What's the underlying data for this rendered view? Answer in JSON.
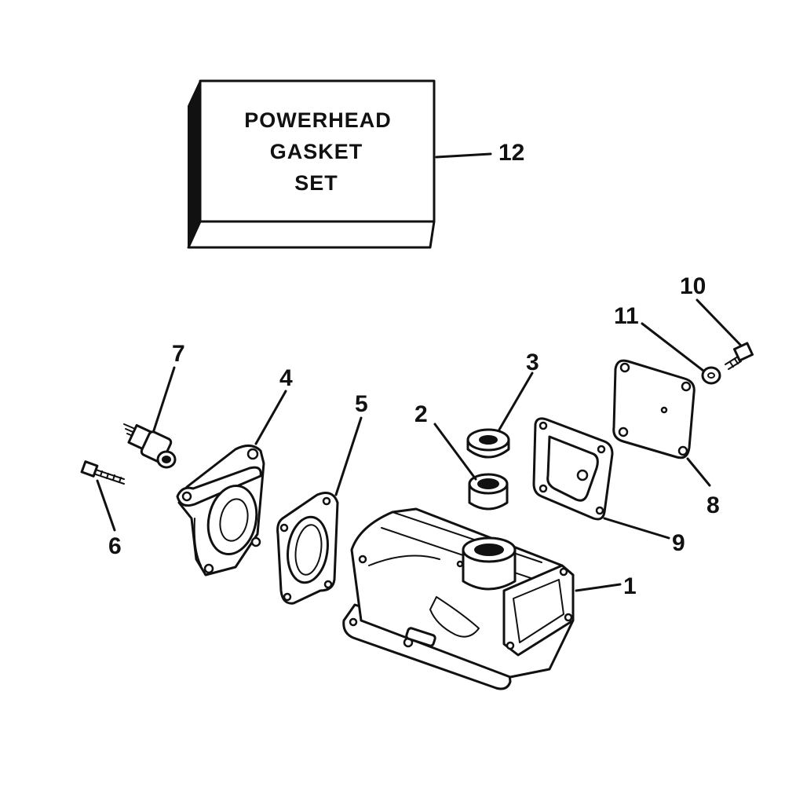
{
  "kit_box": {
    "lines": [
      "POWERHEAD",
      "GASKET",
      "SET"
    ]
  },
  "callouts": {
    "c1": "1",
    "c2": "2",
    "c3": "3",
    "c4": "4",
    "c5": "5",
    "c6": "6",
    "c7": "7",
    "c8": "8",
    "c9": "9",
    "c10": "10",
    "c11": "11",
    "c12": "12"
  },
  "colors": {
    "ink": "#111111",
    "paper": "#ffffff"
  }
}
